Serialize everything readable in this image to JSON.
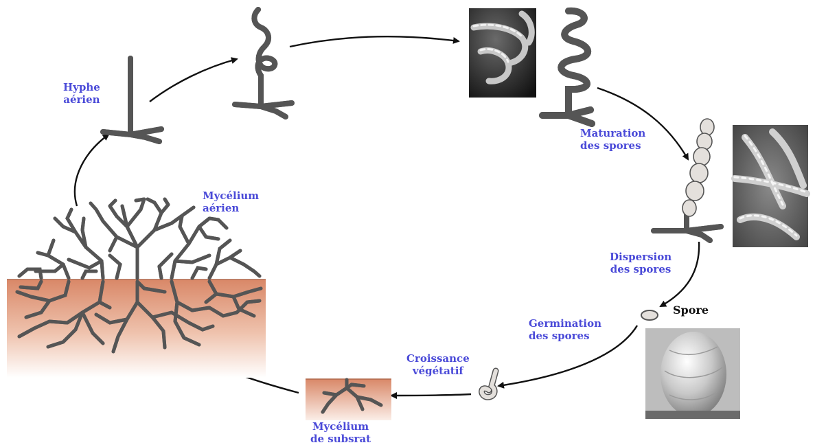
{
  "labels": {
    "hyphe_aerien": [
      "Hyphe",
      "aérien"
    ],
    "mycelium_aerien": [
      "Mycélium",
      "aérien"
    ],
    "maturation": [
      "Maturation",
      "des spores"
    ],
    "dispersion": [
      "Dispersion",
      "des spores"
    ],
    "spore": "Spore",
    "germination": [
      "Germination",
      "des spores"
    ],
    "croissance": [
      "Croissance",
      "végétatif"
    ],
    "mycelium_subsrat": [
      "Mycélium",
      "de subsrat"
    ]
  },
  "colors": {
    "label_text": "#4a4ad8",
    "hypha_fill": "#e4e0dc",
    "hypha_stroke": "#555555",
    "soil_top": "#d98868",
    "soil_bottom": "#fbeee8",
    "arrow": "#111111"
  }
}
